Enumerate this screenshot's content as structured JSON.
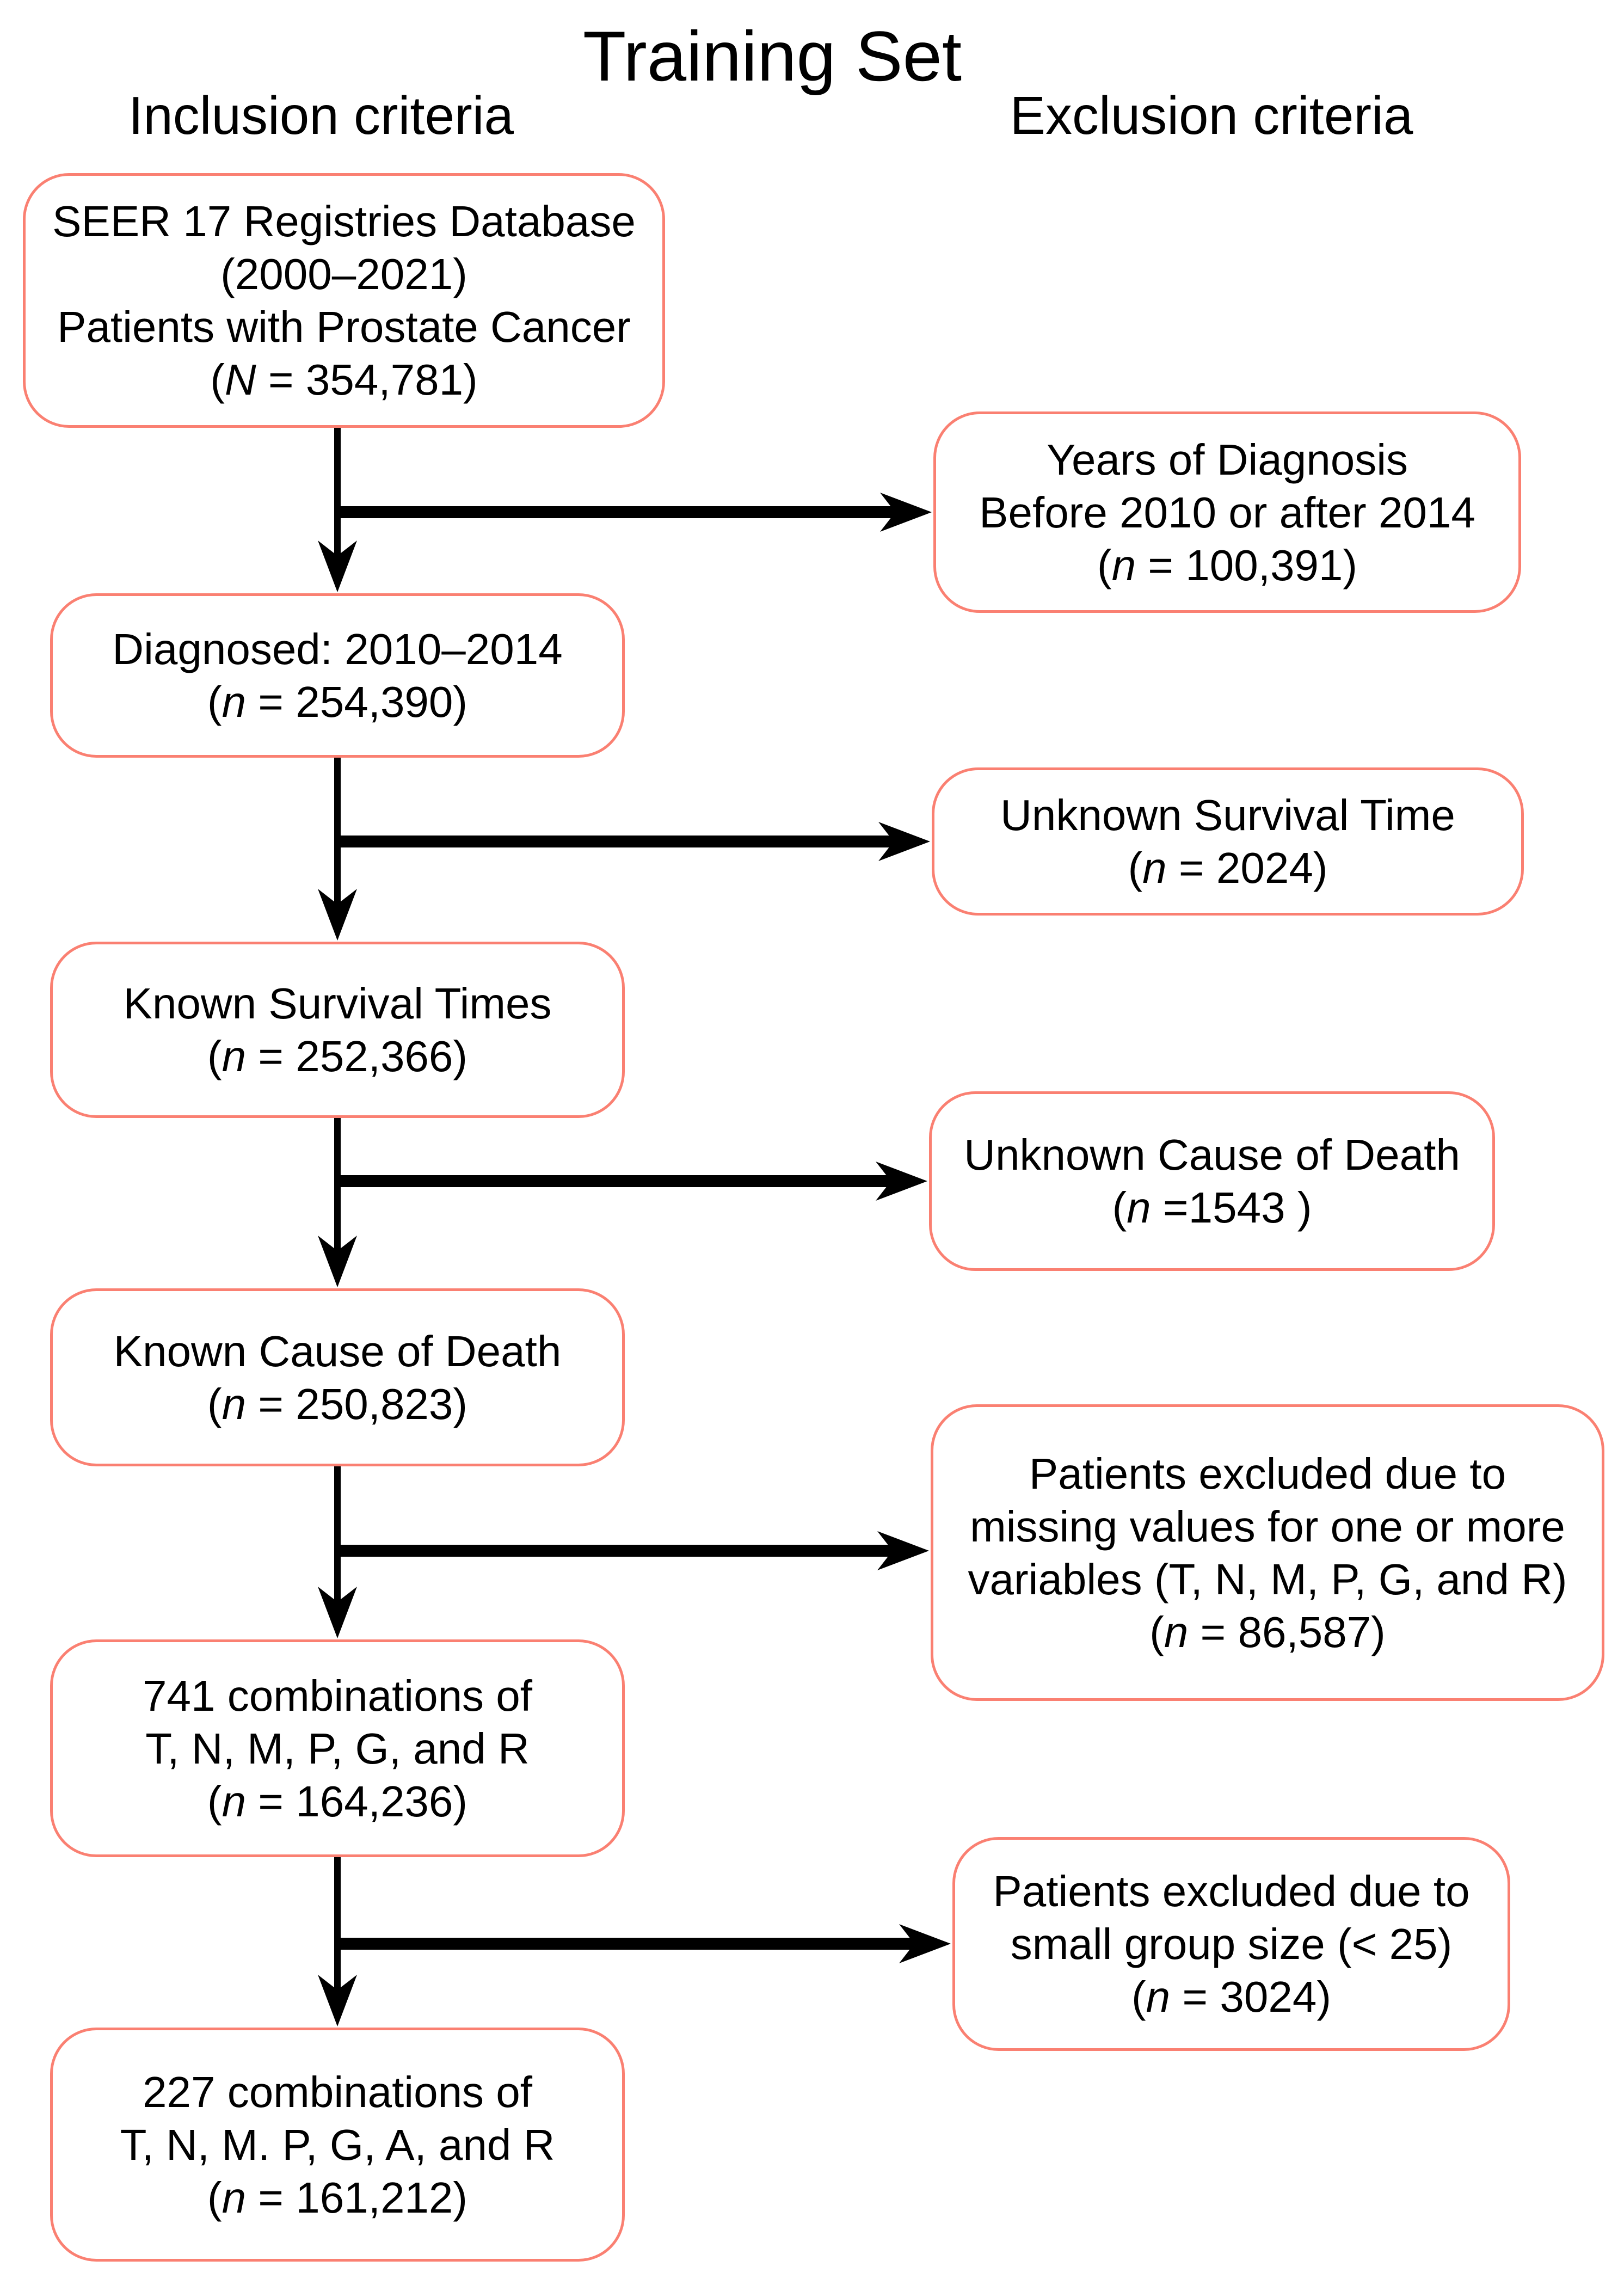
{
  "title": "Training Set",
  "columns": {
    "left_header": "Inclusion criteria",
    "right_header": "Exclusion criteria"
  },
  "inclusion_boxes": [
    {
      "lines": [
        "SEER 17 Registries Database",
        "(2000–2021)",
        "Patients with Prostate Cancer"
      ],
      "count": {
        "prefix": "(",
        "var": "N",
        "suffix": " = 354,781)"
      }
    },
    {
      "lines": [
        "Diagnosed: 2010–2014"
      ],
      "count": {
        "prefix": "(",
        "var": "n",
        "suffix": " = 254,390)"
      }
    },
    {
      "lines": [
        "Known Survival Times"
      ],
      "count": {
        "prefix": "(",
        "var": "n",
        "suffix": " = 252,366)"
      }
    },
    {
      "lines": [
        "Known Cause of Death"
      ],
      "count": {
        "prefix": "(",
        "var": "n",
        "suffix": " = 250,823)"
      }
    },
    {
      "lines": [
        "741 combinations of",
        "T, N, M, P, G, and R"
      ],
      "count": {
        "prefix": "(",
        "var": "n",
        "suffix": " = 164,236)"
      }
    },
    {
      "lines": [
        "227 combinations of",
        "T, N, M. P, G, A, and R"
      ],
      "count": {
        "prefix": "(",
        "var": "n",
        "suffix": " = 161,212)"
      }
    }
  ],
  "exclusion_boxes": [
    {
      "lines": [
        "Years of Diagnosis",
        "Before 2010 or after 2014"
      ],
      "count": {
        "prefix": "(",
        "var": "n",
        "suffix": " = 100,391)"
      }
    },
    {
      "lines": [
        "Unknown Survival Time"
      ],
      "count": {
        "prefix": "(",
        "var": "n",
        "suffix": " = 2024)"
      }
    },
    {
      "lines": [
        "Unknown Cause of Death"
      ],
      "count": {
        "prefix": "(",
        "var": "n",
        "suffix": " =1543 )"
      }
    },
    {
      "lines": [
        "Patients excluded due to",
        "missing values for one or more",
        "variables (T, N, M, P, G, and R)"
      ],
      "count": {
        "prefix": "(",
        "var": "n",
        "suffix": " = 86,587)"
      }
    },
    {
      "lines": [
        "Patients excluded due to",
        "small group size (< 25)"
      ],
      "count": {
        "prefix": "(",
        "var": "n",
        "suffix": " = 3024)"
      }
    }
  ],
  "colors": {
    "box_border": "#fa8072",
    "arrow": "#000000",
    "text": "#000000",
    "background": "#ffffff"
  }
}
